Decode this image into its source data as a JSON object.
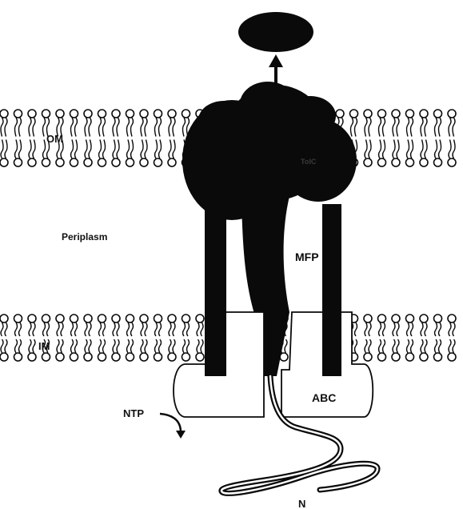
{
  "labels": {
    "outer_membrane": "OM",
    "outer_protein": "TolC",
    "periplasm": "Periplasm",
    "fusion_protein": "MFP",
    "inner_membrane": "IM",
    "transporter": "ABC",
    "nucleotide": "NTP",
    "n_terminus": "N"
  },
  "colors": {
    "ink": "#0a0a0a",
    "background": "#ffffff",
    "light_fill": "#ffffff"
  }
}
